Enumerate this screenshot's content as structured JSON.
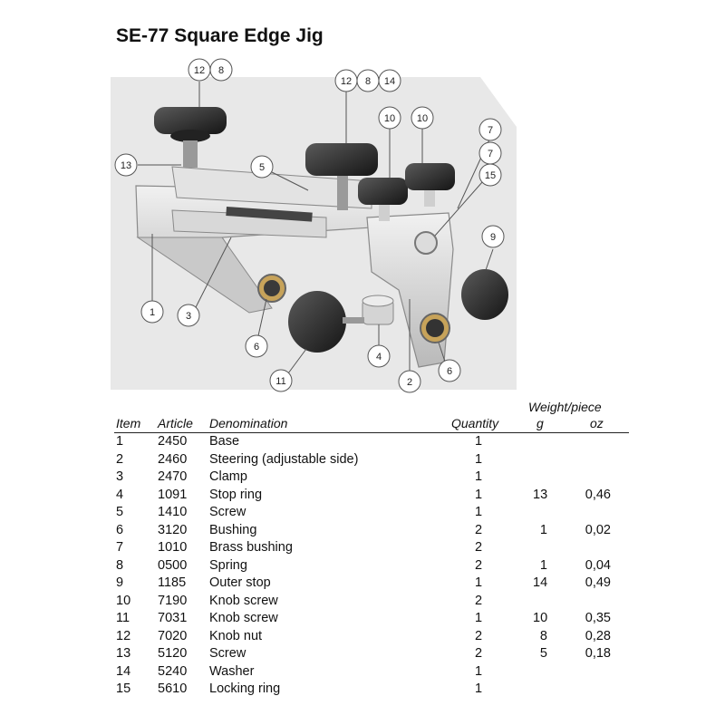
{
  "title": "SE-77 Square Edge Jig",
  "callouts": [
    "12",
    "8",
    "12",
    "8",
    "14",
    "10",
    "10",
    "7",
    "7",
    "15",
    "13",
    "5",
    "9",
    "1",
    "3",
    "6",
    "4",
    "11",
    "2",
    "6"
  ],
  "table": {
    "headers": {
      "item": "Item",
      "article": "Article",
      "denomination": "Denomination",
      "quantity": "Quantity",
      "weight": "Weight/piece",
      "g": "g",
      "oz": "oz"
    },
    "rows": [
      {
        "item": "1",
        "article": "2450",
        "denomination": "Base",
        "quantity": "1",
        "g": "",
        "oz": ""
      },
      {
        "item": "2",
        "article": "2460",
        "denomination": "Steering (adjustable side)",
        "quantity": "1",
        "g": "",
        "oz": ""
      },
      {
        "item": "3",
        "article": "2470",
        "denomination": "Clamp",
        "quantity": "1",
        "g": "",
        "oz": ""
      },
      {
        "item": "4",
        "article": "1091",
        "denomination": "Stop ring",
        "quantity": "1",
        "g": "13",
        "oz": "0,46"
      },
      {
        "item": "5",
        "article": "1410",
        "denomination": "Screw",
        "quantity": "1",
        "g": "",
        "oz": ""
      },
      {
        "item": "6",
        "article": "3120",
        "denomination": "Bushing",
        "quantity": "2",
        "g": "1",
        "oz": "0,02"
      },
      {
        "item": "7",
        "article": "1010",
        "denomination": "Brass bushing",
        "quantity": "2",
        "g": "",
        "oz": ""
      },
      {
        "item": "8",
        "article": "0500",
        "denomination": "Spring",
        "quantity": "2",
        "g": "1",
        "oz": "0,04"
      },
      {
        "item": "9",
        "article": "1185",
        "denomination": "Outer stop",
        "quantity": "1",
        "g": "14",
        "oz": "0,49"
      },
      {
        "item": "10",
        "article": "7190",
        "denomination": "Knob screw",
        "quantity": "2",
        "g": "",
        "oz": ""
      },
      {
        "item": "11",
        "article": "7031",
        "denomination": "Knob screw",
        "quantity": "1",
        "g": "10",
        "oz": "0,35"
      },
      {
        "item": "12",
        "article": "7020",
        "denomination": "Knob nut",
        "quantity": "2",
        "g": "8",
        "oz": "0,28"
      },
      {
        "item": "13",
        "article": "5120",
        "denomination": "Screw",
        "quantity": "2",
        "g": "5",
        "oz": "0,18"
      },
      {
        "item": "14",
        "article": "5240",
        "denomination": "Washer",
        "quantity": "1",
        "g": "",
        "oz": ""
      },
      {
        "item": "15",
        "article": "5610",
        "denomination": "Locking ring",
        "quantity": "1",
        "g": "",
        "oz": ""
      }
    ]
  }
}
